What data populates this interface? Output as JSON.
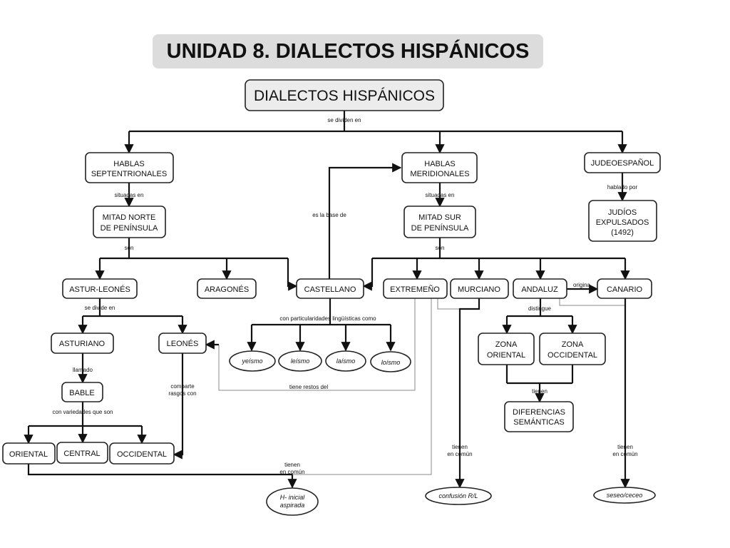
{
  "title": "UNIDAD 8. DIALECTOS HISPÁNICOS",
  "nodes": {
    "root": "DIALECTOS HISPÁNICOS",
    "septentrionales": [
      "HABLAS",
      "SEPTENTRIONALES"
    ],
    "meridionales": [
      "HABLAS",
      "MERIDIONALES"
    ],
    "judeoespanol": "JUDEOESPAÑOL",
    "norte": [
      "MITAD NORTE",
      "DE PENÍNSULA"
    ],
    "sur": [
      "MITAD SUR",
      "DE PENÍNSULA"
    ],
    "judios": [
      "JUDÍOS",
      "EXPULSADOS",
      "(1492)"
    ],
    "asturleones": "ASTUR-LEONÉS",
    "aragones": "ARAGONÉS",
    "castellano": "CASTELLANO",
    "extremeno": "EXTREMEÑO",
    "murciano": "MURCIANO",
    "andaluz": "ANDALUZ",
    "canario": "CANARIO",
    "asturiano": "ASTURIANO",
    "leones": "LEONÉS",
    "bable": "BABLE",
    "oriental": "ORIENTAL",
    "central": "CENTRAL",
    "occidental": "OCCIDENTAL",
    "zona_oriental": [
      "ZONA",
      "ORIENTAL"
    ],
    "zona_occidental": [
      "ZONA",
      "OCCIDENTAL"
    ],
    "diferencias": [
      "DIFERENCIAS",
      "SEMÁNTICAS"
    ],
    "yeismo": "yeísmo",
    "leismo": "leísmo",
    "laismo": "laísmo",
    "loismo": "loísmo",
    "h_inicial": [
      "H- inicial",
      "aspirada"
    ],
    "confusion": "confusión R/L",
    "seseo": "seseo/ceceo"
  },
  "labels": {
    "se_dividen_en": "se dividen en",
    "situadas_en_1": "situadas en",
    "situadas_en_2": "situadas en",
    "hablado_por": "hablado por",
    "es_la_base_de": "es la base de",
    "son_1": "son",
    "son_2": "son",
    "origina": "origina",
    "se_divide_en": "se divide en",
    "particularidades": "con particularidades lingüísticas como",
    "distingue": "distingue",
    "llamado": "llamado",
    "comparte": [
      "comparte",
      "rasgos con"
    ],
    "tiene_restos": "tiene restos del",
    "con_variedades": "con variedades que son",
    "tienen": "tienen",
    "tienen_comun_1": [
      "tienen",
      "en común"
    ],
    "tienen_comun_2": [
      "tienen",
      "en común"
    ],
    "tienen_comun_3": [
      "tienen",
      "en común"
    ]
  }
}
